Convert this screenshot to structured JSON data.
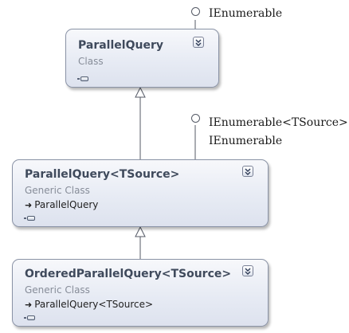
{
  "diagram": {
    "classes": [
      {
        "id": "parallelquery",
        "name": "ParallelQuery",
        "kind": "Class",
        "base": ""
      },
      {
        "id": "parallelquery-tsource",
        "name": "ParallelQuery<TSource>",
        "kind": "Generic Class",
        "base": "ParallelQuery"
      },
      {
        "id": "orderedparallelquery-tsource",
        "name": "OrderedParallelQuery<TSource>",
        "kind": "Generic Class",
        "base": "ParallelQuery<TSource>"
      }
    ],
    "interfaces": [
      {
        "owner": "parallelquery",
        "labels": [
          "IEnumerable"
        ]
      },
      {
        "owner": "parallelquery-tsource",
        "labels": [
          "IEnumerable<TSource>",
          "IEnumerable"
        ]
      }
    ],
    "inheritance": [
      {
        "from": "parallelquery-tsource",
        "to": "parallelquery"
      },
      {
        "from": "orderedparallelquery-tsource",
        "to": "parallelquery-tsource"
      }
    ],
    "colors": {
      "shape_fill_top": "#f7f8fb",
      "shape_fill_bottom": "#dde2ee",
      "shape_border": "#8a93a6",
      "title_text": "#3f4a5c",
      "kind_text": "#878d99",
      "connector": "#555a66"
    },
    "icons": {
      "collapse": "double-chevron-up-icon",
      "expand": "expand-handle-icon",
      "inheritance_prefix": "inheritance-arrow-icon",
      "interface": "lollipop-interface-icon"
    }
  }
}
